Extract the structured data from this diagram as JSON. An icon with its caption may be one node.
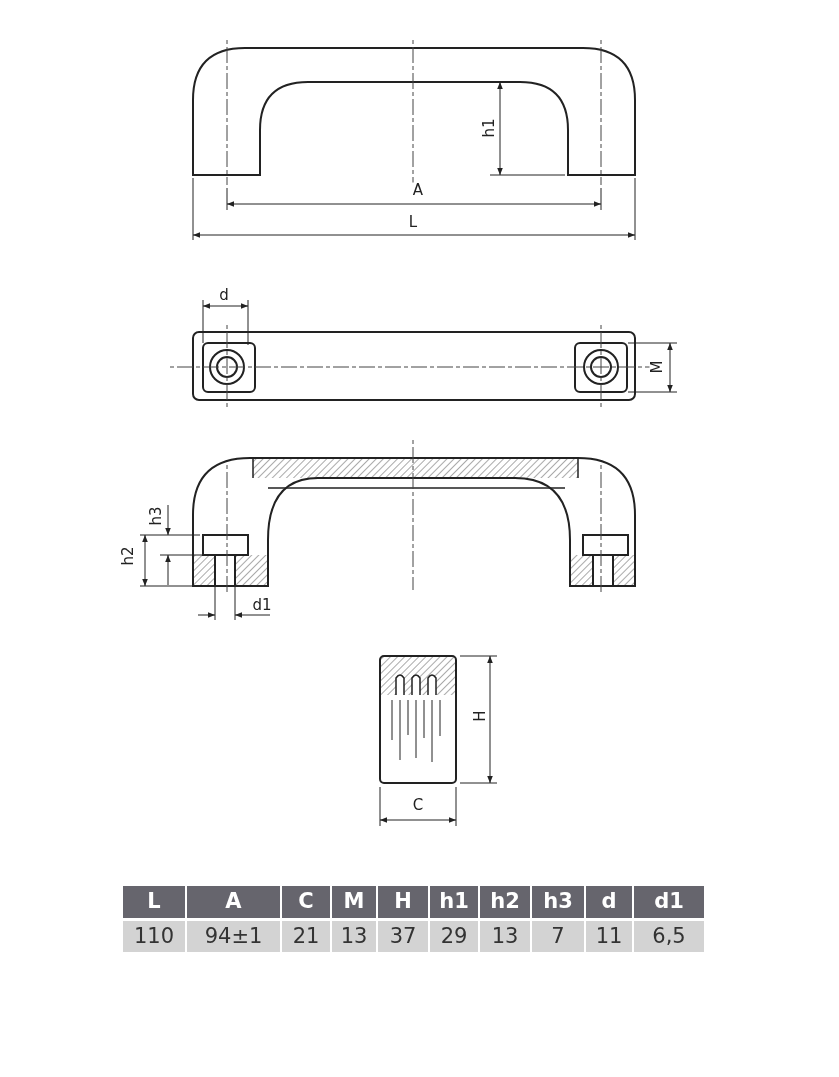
{
  "diagram": {
    "labels": [
      "h1",
      "A",
      "L",
      "d",
      "M",
      "h3",
      "h2",
      "d1",
      "H",
      "C",
      "L",
      "A",
      "C",
      "M",
      "H",
      "h1",
      "h2",
      "h3",
      "d",
      "d1",
      "110",
      "94±1",
      "21",
      "13",
      "37",
      "29",
      "13",
      "7",
      "11",
      "6,5"
    ]
  }
}
